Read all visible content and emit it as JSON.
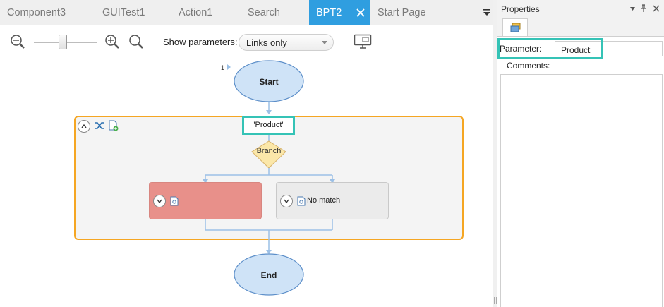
{
  "tabs": [
    {
      "label": "Component3",
      "active": false
    },
    {
      "label": "GUITest1",
      "active": false
    },
    {
      "label": "Action1",
      "active": false
    },
    {
      "label": "Search",
      "active": false
    },
    {
      "label": "BPT2",
      "active": true
    },
    {
      "label": "Start Page",
      "active": false
    }
  ],
  "toolbar": {
    "show_parameters_label": "Show parameters:",
    "show_parameters_value": "Links only",
    "zoom_level_percent": 45
  },
  "flow": {
    "step_number": "1",
    "start_label": "Start",
    "end_label": "End",
    "parameter_chip": "\"Product\"",
    "branch_label": "Branch",
    "cases": [
      {
        "label": "",
        "color": "#e8908a"
      },
      {
        "label": "No match",
        "color": "#ebebeb"
      }
    ]
  },
  "properties": {
    "title": "Properties",
    "parameter_label": "Parameter:",
    "parameter_value": "Product",
    "comments_label": "Comments:",
    "comments_value": ""
  },
  "colors": {
    "accent": "#2f9ee0",
    "highlight": "#35c3b6",
    "group_border": "#f5a623",
    "node_fill": "#cfe3f7",
    "node_stroke": "#5d8fc9"
  },
  "icons": [
    "zoom-out-icon",
    "zoom-in-icon",
    "search-icon",
    "display-icon",
    "close-icon",
    "chevron-up-icon",
    "chevron-down-icon",
    "document-icon",
    "pin-icon"
  ]
}
